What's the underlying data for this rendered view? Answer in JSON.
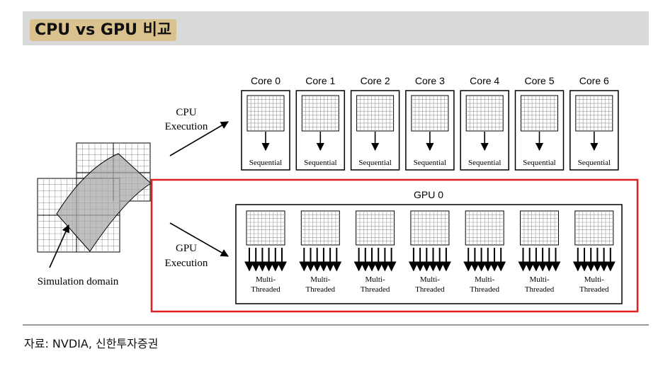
{
  "header": {
    "title": "CPU vs GPU 비교"
  },
  "diagram": {
    "domain_label": "Simulation domain",
    "cpu_execution": [
      "CPU",
      "Execution"
    ],
    "gpu_execution": [
      "GPU",
      "Execution"
    ],
    "cpu_cores": [
      {
        "label": "Core 0",
        "mode": "Sequential"
      },
      {
        "label": "Core 1",
        "mode": "Sequential"
      },
      {
        "label": "Core 2",
        "mode": "Sequential"
      },
      {
        "label": "Core 3",
        "mode": "Sequential"
      },
      {
        "label": "Core 4",
        "mode": "Sequential"
      },
      {
        "label": "Core 5",
        "mode": "Sequential"
      },
      {
        "label": "Core 6",
        "mode": "Sequential"
      }
    ],
    "gpu": {
      "label": "GPU 0",
      "units": [
        {
          "mode": [
            "Multi-",
            "Threaded"
          ]
        },
        {
          "mode": [
            "Multi-",
            "Threaded"
          ]
        },
        {
          "mode": [
            "Multi-",
            "Threaded"
          ]
        },
        {
          "mode": [
            "Multi-",
            "Threaded"
          ]
        },
        {
          "mode": [
            "Multi-",
            "Threaded"
          ]
        },
        {
          "mode": [
            "Multi-",
            "Threaded"
          ]
        },
        {
          "mode": [
            "Multi-",
            "Threaded"
          ]
        }
      ]
    },
    "highlight_color": "#e02020"
  },
  "footer": {
    "source": "자료: NVDIA, 신한투자증권"
  }
}
